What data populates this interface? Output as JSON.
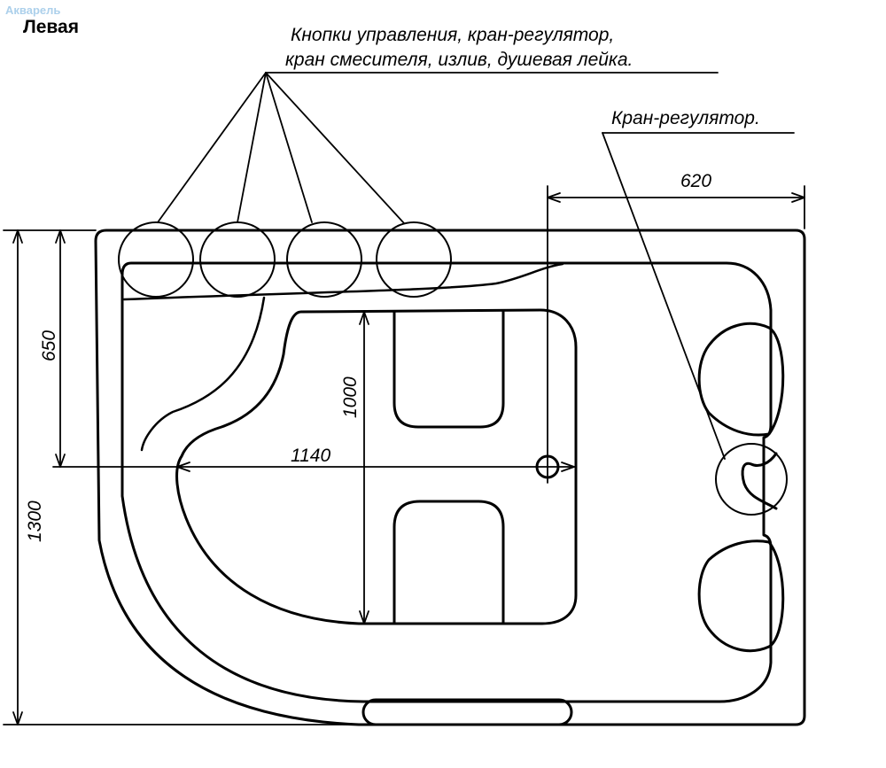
{
  "watermark": "Акварель",
  "title": "Левая",
  "callouts": {
    "controls_line1": "Кнопки управления, кран-регулятор,",
    "controls_line2": "кран смесителя, излив, душевая лейка.",
    "regulator": "Кран-регулятор."
  },
  "dimensions": {
    "width_total": "1140",
    "right_offset": "620",
    "height_total": "1300",
    "height_partial": "650",
    "seat_height": "1000"
  },
  "colors": {
    "line": "#000000",
    "background": "#ffffff",
    "watermark": "#9ec8e8"
  }
}
